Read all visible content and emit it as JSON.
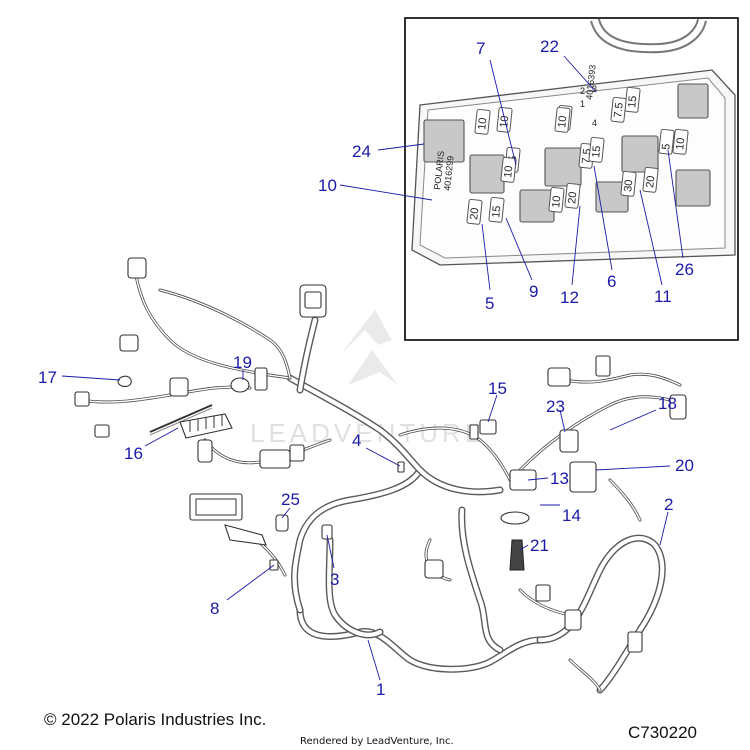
{
  "diagram": {
    "callouts": [
      {
        "id": "c1",
        "label": "1"
      },
      {
        "id": "c2",
        "label": "2"
      },
      {
        "id": "c3",
        "label": "3"
      },
      {
        "id": "c4",
        "label": "4"
      },
      {
        "id": "c5",
        "label": "5"
      },
      {
        "id": "c6",
        "label": "6"
      },
      {
        "id": "c7",
        "label": "7"
      },
      {
        "id": "c8",
        "label": "8"
      },
      {
        "id": "c9",
        "label": "9"
      },
      {
        "id": "c10",
        "label": "10"
      },
      {
        "id": "c11",
        "label": "11"
      },
      {
        "id": "c12",
        "label": "12"
      },
      {
        "id": "c13",
        "label": "13"
      },
      {
        "id": "c14",
        "label": "14"
      },
      {
        "id": "c15",
        "label": "15"
      },
      {
        "id": "c16",
        "label": "16"
      },
      {
        "id": "c17",
        "label": "17"
      },
      {
        "id": "c18",
        "label": "18"
      },
      {
        "id": "c19",
        "label": "19"
      },
      {
        "id": "c20",
        "label": "20"
      },
      {
        "id": "c21",
        "label": "21"
      },
      {
        "id": "c22",
        "label": "22"
      },
      {
        "id": "c23",
        "label": "23"
      },
      {
        "id": "c24",
        "label": "24"
      },
      {
        "id": "c25",
        "label": "25"
      },
      {
        "id": "c26",
        "label": "26"
      }
    ],
    "fuse_box": {
      "plate_brand": "POLARIS",
      "plate_number": "4016299",
      "small_plate_number": "4016393",
      "slot_marks": [
        "2",
        "1",
        "3",
        "4"
      ],
      "fuse_ratings": [
        "15",
        "7.5",
        "10",
        "10",
        "10",
        "15",
        "10",
        "7.5",
        "15",
        "10",
        "5",
        "10",
        "20",
        "15",
        "10",
        "20",
        "30",
        "20"
      ]
    },
    "watermark": "LEADVENTURE",
    "copyright": "© 2022 Polaris Industries Inc.",
    "rendered_by": "Rendered by LeadVenture, Inc.",
    "diagram_code": "C730220"
  }
}
